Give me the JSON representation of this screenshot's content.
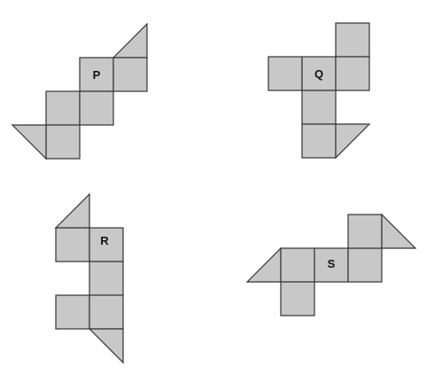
{
  "colors": {
    "face_fill": "#c8c8c8",
    "face_stroke": "#333333",
    "background": "#ffffff"
  },
  "nets": [
    {
      "id": "P",
      "label": "P"
    },
    {
      "id": "Q",
      "label": "Q"
    },
    {
      "id": "R",
      "label": "R"
    },
    {
      "id": "S",
      "label": "S"
    }
  ]
}
